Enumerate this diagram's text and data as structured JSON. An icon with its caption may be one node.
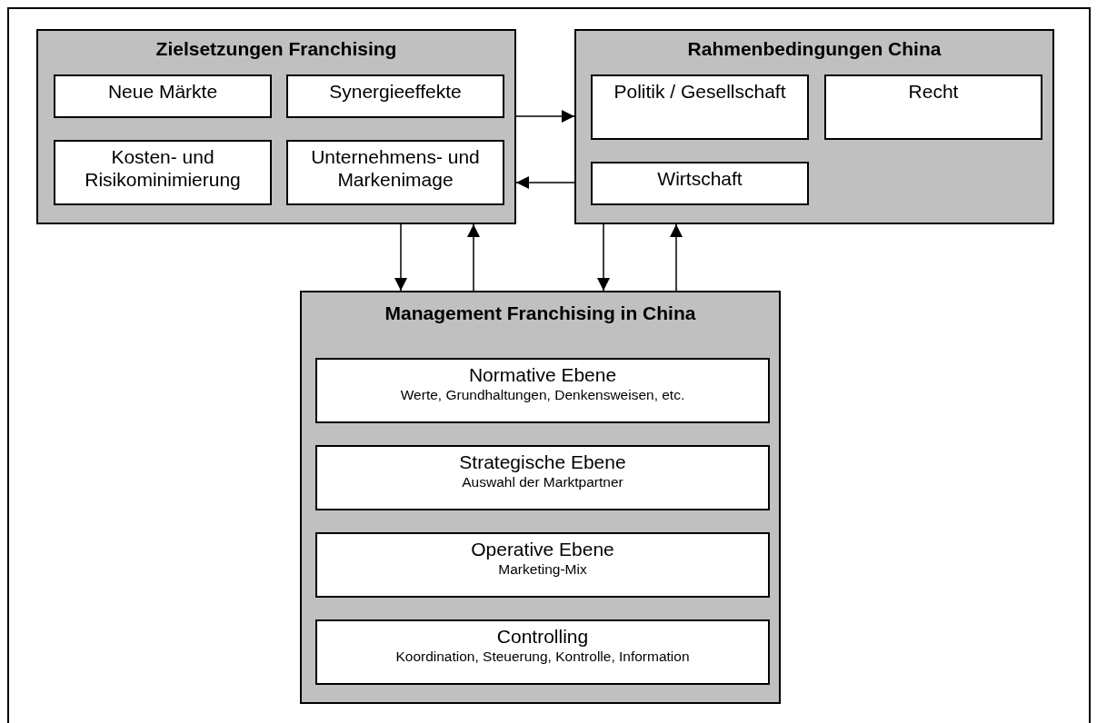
{
  "diagram": {
    "nodes": [
      {
        "text": [
          "Zielsetzungen Franchising"
        ]
      },
      {
        "text": [
          "Neue Märkte"
        ],
        "in": 0
      },
      {
        "text": [
          "Synergieeffekte"
        ],
        "in": 0
      },
      {
        "text": [
          "Kosten- und Risikominimierung"
        ],
        "in": 0
      },
      {
        "text": [
          "Unternehmens- und Markenimage"
        ],
        "in": 0
      },
      {
        "text": [
          "Rahmenbedingungen China"
        ]
      },
      {
        "text": [
          "Politik / Gesellschaft"
        ],
        "in": 5
      },
      {
        "text": [
          "Recht"
        ],
        "in": 5
      },
      {
        "text": [
          "Wirtschaft"
        ],
        "in": 5
      },
      {
        "text": [
          "Management Franchising in China"
        ]
      },
      {
        "text": [
          "Normative Ebene",
          "Werte, Grundhaltungen, Denkensweisen, etc."
        ],
        "in": 9
      },
      {
        "text": [
          "Strategische Ebene",
          "Auswahl der Marktpartner"
        ],
        "in": 9
      },
      {
        "text": [
          "Operative Ebene",
          "Marketing-Mix"
        ],
        "in": 9
      },
      {
        "text": [
          "Controlling",
          "Koordination, Steuerung, Kontrolle, Information"
        ],
        "in": 9
      }
    ],
    "edges": [
      {
        "from": 0,
        "to": 5,
        "arrow": "to"
      },
      {
        "from": 5,
        "to": 0,
        "arrow": "to"
      },
      {
        "from": 0,
        "to": 9,
        "arrow": "to"
      },
      {
        "from": 9,
        "to": 0,
        "arrow": "to"
      },
      {
        "from": 5,
        "to": 9,
        "arrow": "to"
      },
      {
        "from": 9,
        "to": 5,
        "arrow": "to"
      }
    ]
  }
}
